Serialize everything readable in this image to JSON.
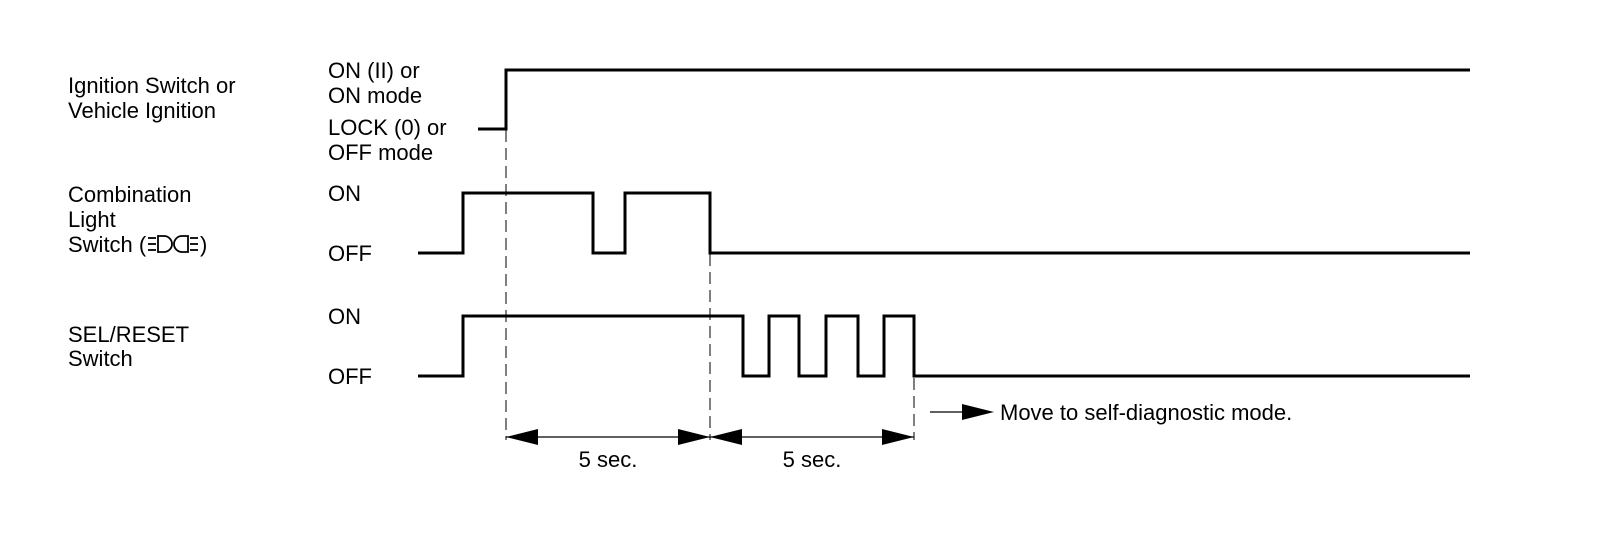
{
  "signals": {
    "ignition": {
      "name_lines": [
        "Ignition Switch or",
        "Vehicle Ignition"
      ],
      "high_label_lines": [
        "ON (II) or",
        "ON mode"
      ],
      "low_label_lines": [
        "LOCK (0) or",
        "OFF mode"
      ]
    },
    "combination": {
      "name_lines": [
        "Combination",
        "Light",
        "Switch ("
      ],
      "name_suffix": ")",
      "icon": "headlamp-high-beam-icon",
      "high_label": "ON",
      "low_label": "OFF"
    },
    "sel_reset": {
      "name_lines": [
        "SEL/RESET",
        "Switch"
      ],
      "high_label": "ON",
      "low_label": "OFF"
    }
  },
  "intervals": [
    {
      "label": "5 sec."
    },
    {
      "label": "5 sec."
    }
  ],
  "result": {
    "text": "Move to self-diagnostic mode."
  }
}
